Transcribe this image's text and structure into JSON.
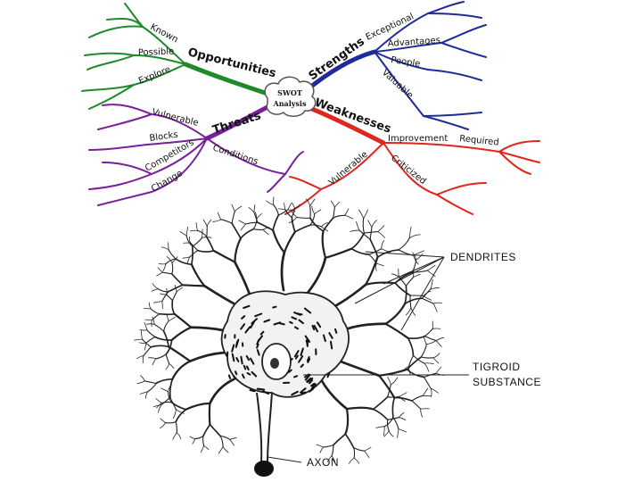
{
  "swot": {
    "center": {
      "line1": "SWOT",
      "line2": "Analysis"
    },
    "colors": {
      "opportunities": "#1f8a2a",
      "strengths": "#1f2b9a",
      "threats": "#7a1f9a",
      "weaknesses": "#e0261c"
    },
    "opportunities": {
      "title": "Opportunities",
      "items": [
        "Known",
        "Possible",
        "Explore"
      ]
    },
    "strengths": {
      "title": "Strengths",
      "items": [
        "Exceptional",
        "Advantages",
        "People",
        "Valuable"
      ]
    },
    "threats": {
      "title": "Threats",
      "items": [
        "Vulnerable",
        "Blocks",
        "Competitors",
        "Change",
        "Conditions"
      ]
    },
    "weaknesses": {
      "title": "Weaknesses",
      "items": [
        "Improvement",
        "Required",
        "Vulnerable",
        "Criticized"
      ]
    }
  },
  "neuron": {
    "labels": {
      "dendrites": "DENDRITES",
      "tigroid_line1": "TIGROID",
      "tigroid_line2": "SUBSTANCE",
      "axon": "AXON"
    }
  }
}
